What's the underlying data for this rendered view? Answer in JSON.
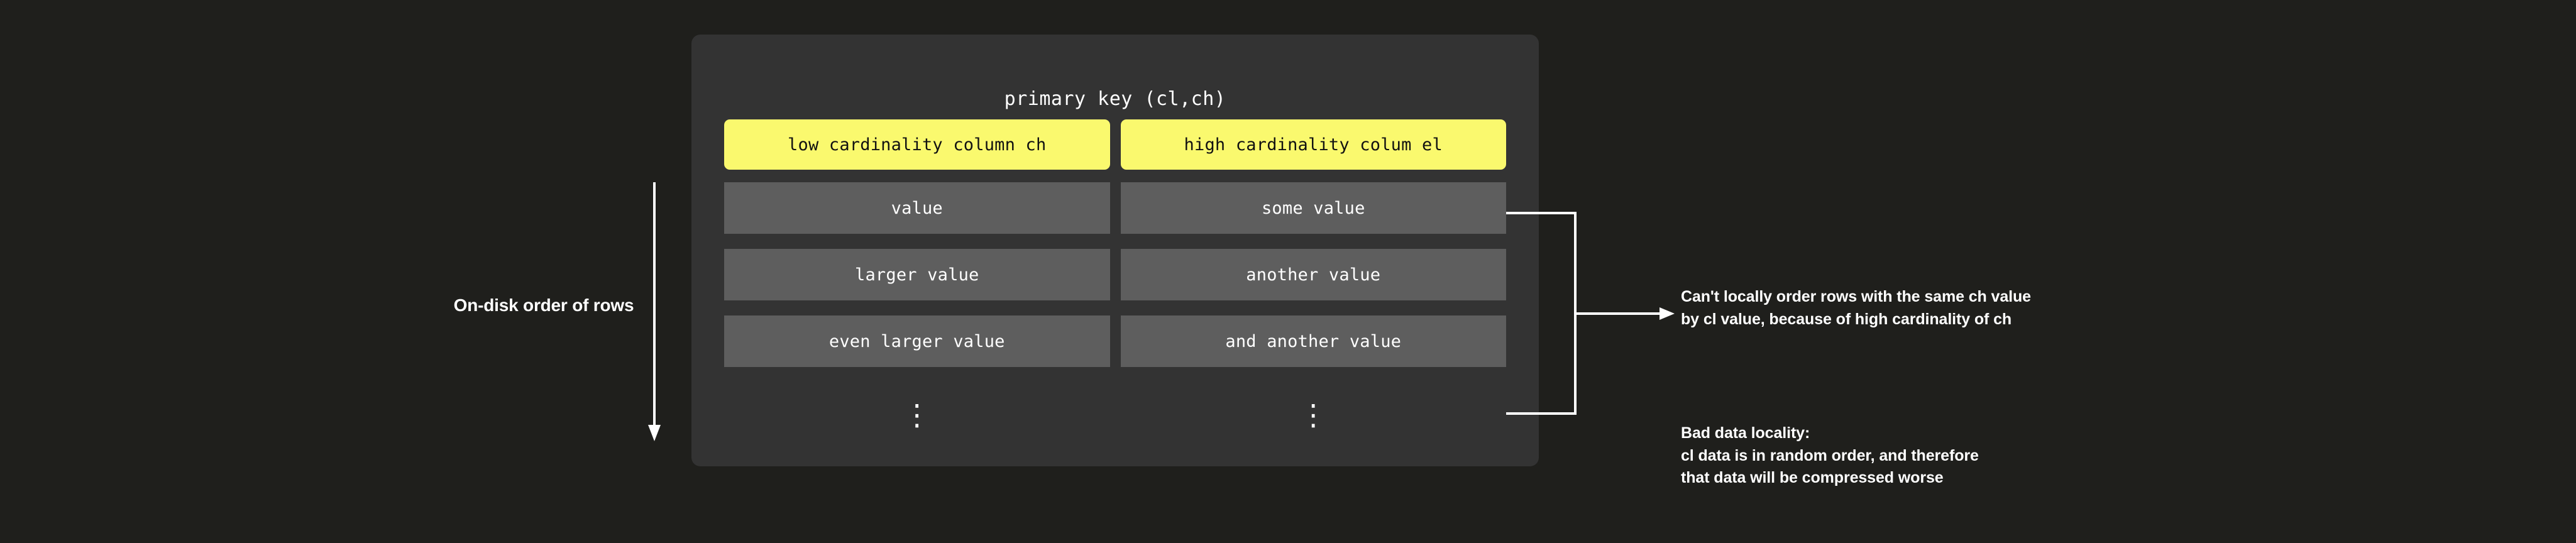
{
  "theme": {
    "page_bg": "#1f1f1c",
    "card_bg": "#333333",
    "cell_bg": "#5e5e5e",
    "header_yellow": "#faf96e",
    "text_light": "#ffffff",
    "text_dark": "#111111"
  },
  "left_annotation": {
    "label": "On-disk order of rows",
    "arrow_direction": "down"
  },
  "card": {
    "title": "primary key (cl,ch)",
    "columns": [
      {
        "header": "low cardinality column ch",
        "cells": [
          "value",
          "larger value",
          "even larger value"
        ],
        "ellipsis": "⋮"
      },
      {
        "header": "high cardinality colum el",
        "cells": [
          "some value",
          "another value",
          "and another value"
        ],
        "ellipsis": "⋮"
      }
    ]
  },
  "callouts": [
    {
      "id": "cardinality-note",
      "lines": [
        "Can't locally order rows with the same ch value",
        "by cl value, because of high cardinality of ch"
      ]
    },
    {
      "id": "locality-note",
      "lines": [
        "Bad data locality:",
        "cl data is in random order, and therefore",
        "that data will be compressed worse"
      ]
    }
  ]
}
